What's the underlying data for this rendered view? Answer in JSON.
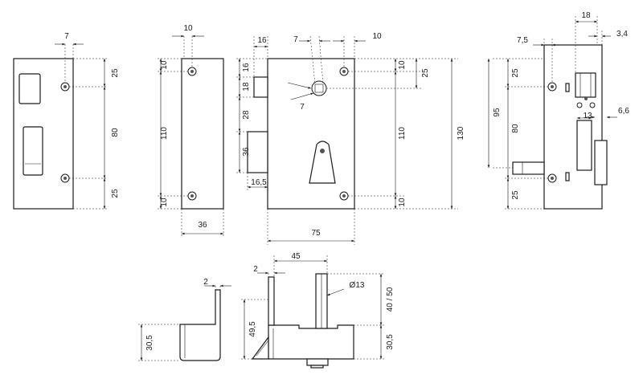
{
  "colors": {
    "line": "#1a1a1a",
    "background": "#ffffff"
  },
  "dimensions": {
    "strike_hole_offset": "7",
    "strike_top": "25",
    "strike_middle": "80",
    "strike_bottom": "25",
    "plate_width_top": "10",
    "plate_top_offset": "10",
    "plate_height": "110",
    "plate_bottom_offset": "10",
    "plate_width": "36",
    "body_left_16": "16",
    "body_top_16": "16",
    "body_18": "18",
    "body_28": "28",
    "body_36": "36",
    "body_16_5": "16,5",
    "spindle_7_top": "7",
    "spindle_7_side": "7",
    "body_hole_right_10": "10",
    "body_right_top_10": "10",
    "body_right_25": "25",
    "body_height_110": "110",
    "body_height_130": "130",
    "body_right_bottom_10": "10",
    "body_width_75": "75",
    "side_18": "18",
    "side_7_5": "7,5",
    "side_3_4": "3,4",
    "side_25_top": "25",
    "side_95": "95",
    "side_80": "80",
    "side_13": "13",
    "side_6_6": "6,6",
    "side_25_bottom": "25",
    "keeper_2": "2",
    "keeper_30_5": "30,5",
    "bottom_2": "2",
    "bottom_45": "45",
    "bottom_diameter": "Ø13",
    "bottom_49_5": "49,5",
    "bottom_40_50": "40 / 50",
    "bottom_30_5": "30,5"
  }
}
